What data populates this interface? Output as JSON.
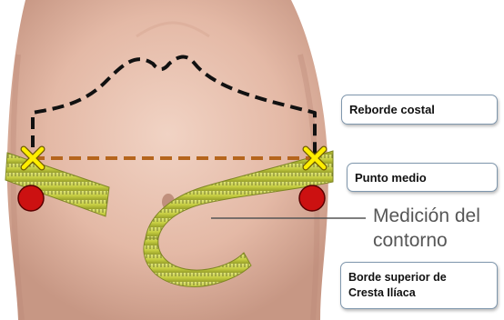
{
  "labels": {
    "reborde_costal": "Reborde costal",
    "punto_medio": "Punto medio",
    "medicion_line1": "Medición del",
    "medicion_line2": "contorno",
    "borde_line1": "Borde superior de",
    "borde_line2": "Cresta Ilíaca"
  },
  "colors": {
    "skin": "#e8c2b0",
    "rib_outline": "#111111",
    "midpoint_line": "#b5651d",
    "tape": "#c9d24a",
    "crest_marker": "#cc1111",
    "midpoint_marker": "#ffee00",
    "callout_border": "#7f97ad"
  }
}
